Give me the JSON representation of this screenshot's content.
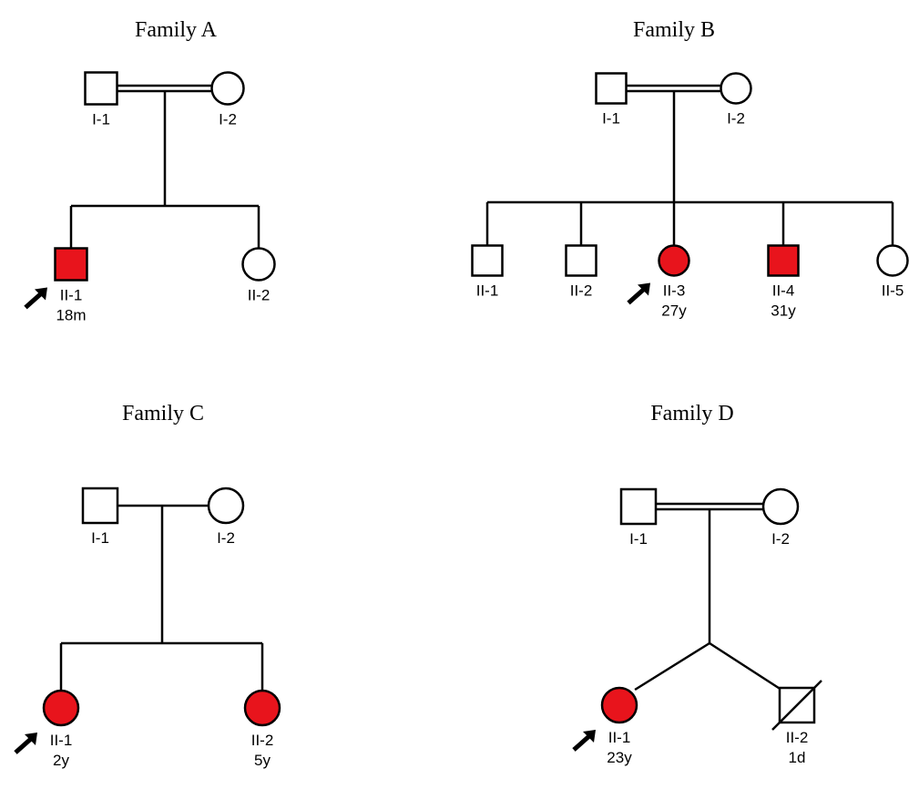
{
  "colors": {
    "affected": "#e8141c",
    "unaffected": "#ffffff",
    "stroke": "#000000"
  },
  "families": [
    {
      "id": "A",
      "title": "Family A",
      "parents": [
        {
          "id": "I-1",
          "sex": "male",
          "affected": false,
          "label": "I-1"
        },
        {
          "id": "I-2",
          "sex": "female",
          "affected": false,
          "label": "I-2"
        }
      ],
      "consanguineous": true,
      "twins": false,
      "children": [
        {
          "id": "II-1",
          "sex": "male",
          "affected": true,
          "label": "II-1",
          "age": "18m",
          "proband": true,
          "deceased": false
        },
        {
          "id": "II-2",
          "sex": "female",
          "affected": false,
          "label": "II-2",
          "age": "",
          "proband": false,
          "deceased": false
        }
      ]
    },
    {
      "id": "B",
      "title": "Family B",
      "parents": [
        {
          "id": "I-1",
          "sex": "male",
          "affected": false,
          "label": "I-1"
        },
        {
          "id": "I-2",
          "sex": "female",
          "affected": false,
          "label": "I-2"
        }
      ],
      "consanguineous": true,
      "twins": false,
      "children": [
        {
          "id": "II-1",
          "sex": "male",
          "affected": false,
          "label": "II-1",
          "age": "",
          "proband": false,
          "deceased": false
        },
        {
          "id": "II-2",
          "sex": "male",
          "affected": false,
          "label": "II-2",
          "age": "",
          "proband": false,
          "deceased": false
        },
        {
          "id": "II-3",
          "sex": "female",
          "affected": true,
          "label": "II-3",
          "age": "27y",
          "proband": true,
          "deceased": false
        },
        {
          "id": "II-4",
          "sex": "male",
          "affected": true,
          "label": "II-4",
          "age": "31y",
          "proband": false,
          "deceased": false
        },
        {
          "id": "II-5",
          "sex": "female",
          "affected": false,
          "label": "II-5",
          "age": "",
          "proband": false,
          "deceased": false
        }
      ]
    },
    {
      "id": "C",
      "title": "Family C",
      "parents": [
        {
          "id": "I-1",
          "sex": "male",
          "affected": false,
          "label": "I-1"
        },
        {
          "id": "I-2",
          "sex": "female",
          "affected": false,
          "label": "I-2"
        }
      ],
      "consanguineous": false,
      "twins": false,
      "children": [
        {
          "id": "II-1",
          "sex": "female",
          "affected": true,
          "label": "II-1",
          "age": "2y",
          "proband": true,
          "deceased": false
        },
        {
          "id": "II-2",
          "sex": "female",
          "affected": true,
          "label": "II-2",
          "age": "5y",
          "proband": false,
          "deceased": false
        }
      ]
    },
    {
      "id": "D",
      "title": "Family D",
      "parents": [
        {
          "id": "I-1",
          "sex": "male",
          "affected": false,
          "label": "I-1"
        },
        {
          "id": "I-2",
          "sex": "female",
          "affected": false,
          "label": "I-2"
        }
      ],
      "consanguineous": true,
      "twins": true,
      "children": [
        {
          "id": "II-1",
          "sex": "female",
          "affected": true,
          "label": "II-1",
          "age": "23y",
          "proband": true,
          "deceased": false
        },
        {
          "id": "II-2",
          "sex": "male",
          "affected": false,
          "label": "II-2",
          "age": "1d",
          "proband": false,
          "deceased": true
        }
      ]
    }
  ]
}
